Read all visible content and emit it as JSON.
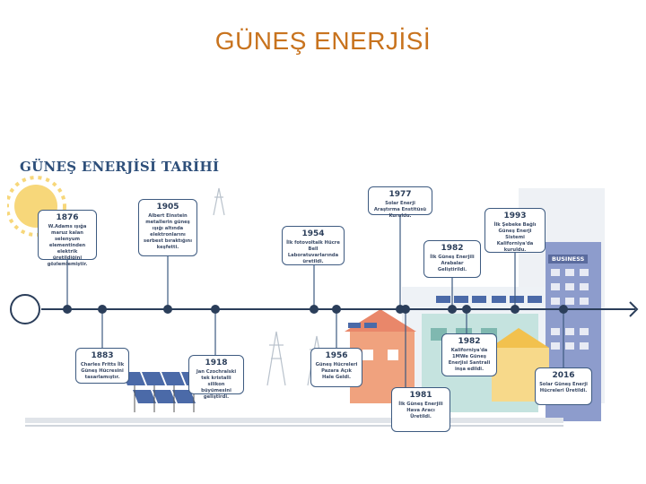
{
  "slide_title": "GÜNEŞ ENERJİSİ",
  "figure": {
    "title": "GÜNEŞ ENERJİSİ TARİHİ",
    "building_sign": "BUSINESS",
    "events": [
      {
        "year": "1876",
        "text": "W.Adams ışığa maruz kalan selenyum elementinden elektrik üretildiğini gözlemlemiştir."
      },
      {
        "year": "1883",
        "text": "Charles Fritts İlk Güneş Hücresini tasarlamıştır."
      },
      {
        "year": "1905",
        "text": "Albert Einstein metallerin güneş ışığı altında elektronlarını serbest bıraktığını keşfetti."
      },
      {
        "year": "1918",
        "text": "Jan Czochralski tek kristalli silikon büyümesini geliştirdi."
      },
      {
        "year": "1954",
        "text": "İlk fotovoltaik Hücre Bell Laboratuvarlarında üretildi."
      },
      {
        "year": "1956",
        "text": "Güneş Hücreleri Pazara Açık Hale Geldi."
      },
      {
        "year": "1977",
        "text": "Solar Enerji Araştırma Enstitüsü Kuruldu."
      },
      {
        "year": "1981",
        "text": "İlk Güneş Enerjili Hava Aracı Üretildi."
      },
      {
        "year": "1982",
        "text": "İlk Güneş Enerjili Arabalar Geliştirildi."
      },
      {
        "year": "1982",
        "text": "Kaliforniya'da 1MWe Güneş Enerjisi Santrali inşa edildi."
      },
      {
        "year": "1993",
        "text": "İlk Şebeke Bağlı Güneş Enerji Sistemi Kaliforniya'da kuruldu."
      },
      {
        "year": "2016",
        "text": "Solar Güneş Enerji Hücreleri Üretildi."
      }
    ]
  }
}
